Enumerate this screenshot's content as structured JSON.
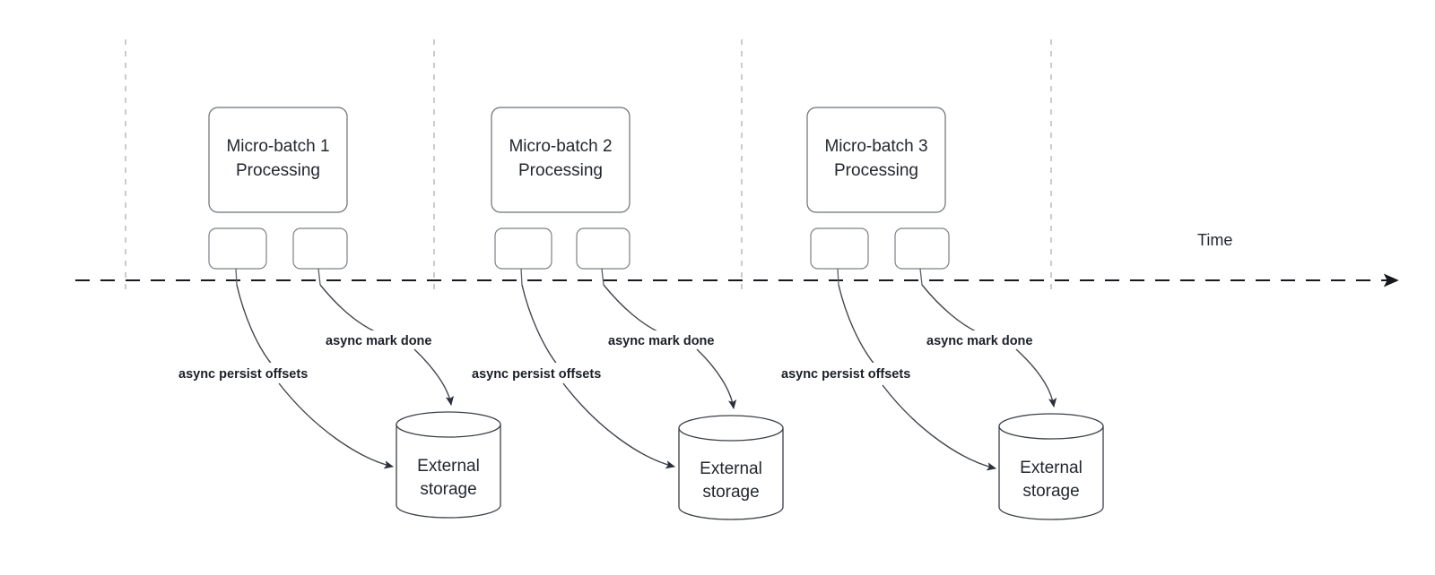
{
  "diagram": {
    "title_visible": false,
    "axis": {
      "time_label": "Time",
      "direction": "left-to-right"
    },
    "colors": {
      "background": "#ffffff",
      "node_stroke": "#6a6f76",
      "node_text": "#23272f",
      "edge_stroke": "#42464e",
      "edge_label_text": "#1b1f27",
      "divider_stroke": "#b2b5b9",
      "timeline_stroke": "#15181d",
      "cylinder_stroke": "#3a3f47"
    },
    "batches": [
      {
        "id": "batch-1",
        "title_line1": "Micro-batch 1",
        "title_line2": "Processing",
        "persist_label": "async persist offsets",
        "mark_done_label": "async mark done",
        "storage_line1": "External",
        "storage_line2": "storage"
      },
      {
        "id": "batch-2",
        "title_line1": "Micro-batch 2",
        "title_line2": "Processing",
        "persist_label": "async persist offsets",
        "mark_done_label": "async mark done",
        "storage_line1": "External",
        "storage_line2": "storage"
      },
      {
        "id": "batch-3",
        "title_line1": "Micro-batch 3",
        "title_line2": "Processing",
        "persist_label": "async persist offsets",
        "mark_done_label": "async mark done",
        "storage_line1": "External",
        "storage_line2": "storage"
      }
    ],
    "icons": {
      "arrowhead": "triangle-arrowhead-icon",
      "cylinder": "database-cylinder-icon",
      "timeline_arrow": "timeline-arrow-icon"
    }
  }
}
